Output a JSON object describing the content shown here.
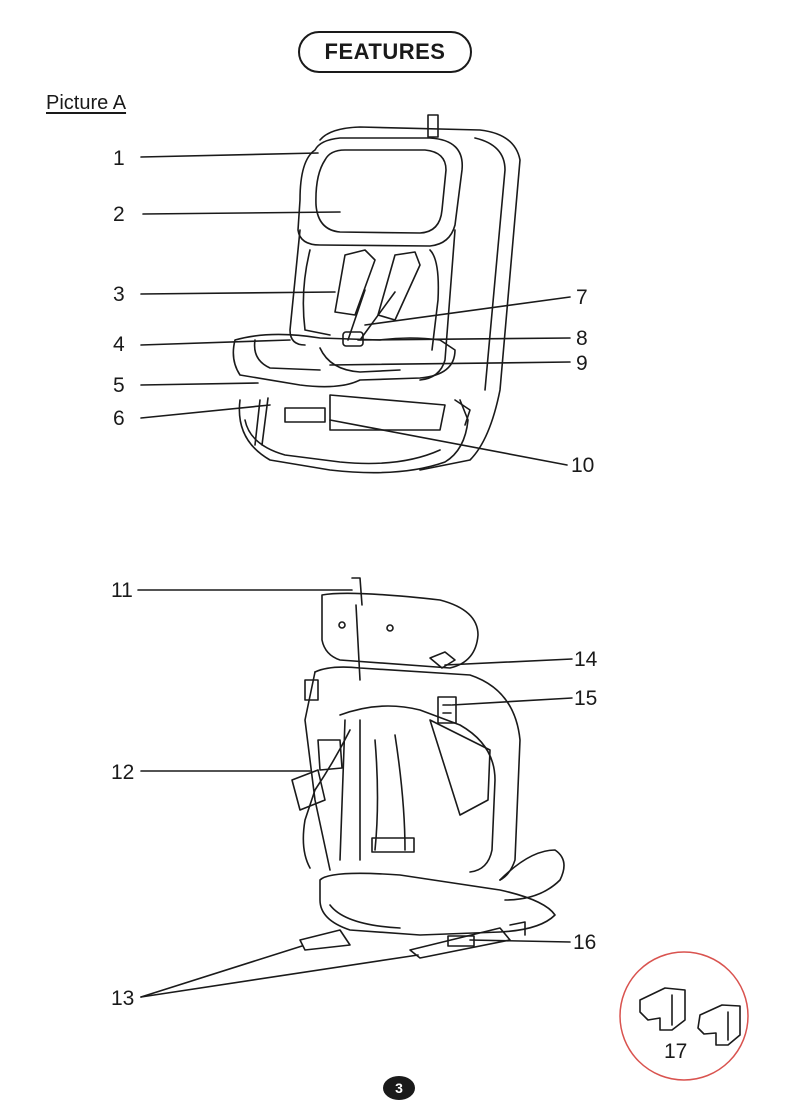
{
  "header": {
    "title": "FEATURES"
  },
  "picture_label": "Picture A",
  "callouts": [
    "1",
    "2",
    "3",
    "4",
    "5",
    "6",
    "7",
    "8",
    "9",
    "10",
    "11",
    "12",
    "13",
    "14",
    "15",
    "16",
    "17"
  ],
  "page_number": "3",
  "colors": {
    "line": "#1a1a1a",
    "inset_circle": "#d9534f",
    "shade": "#c8c8c8"
  }
}
